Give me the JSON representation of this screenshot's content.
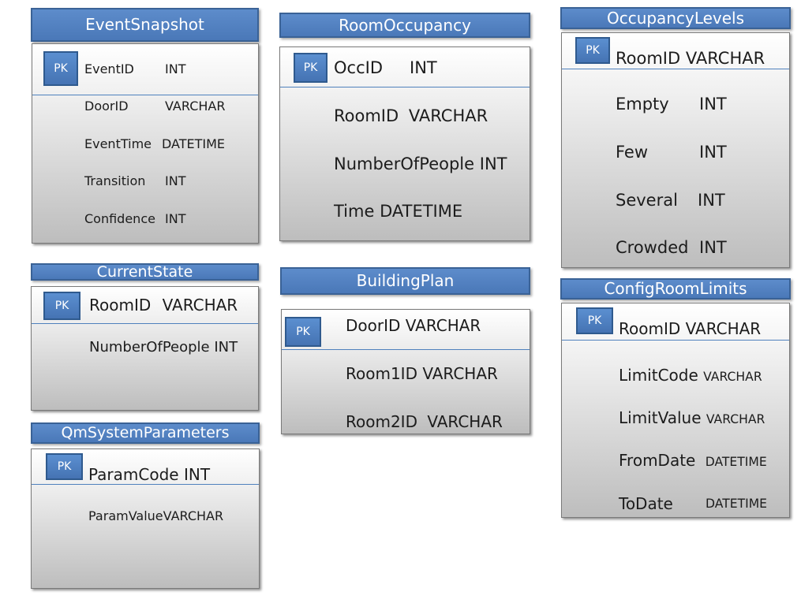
{
  "pk_label": "PK",
  "tables": {
    "event_snapshot": {
      "title": "EventSnapshot",
      "pk": {
        "name": "EventID",
        "type": "INT"
      },
      "fields": [
        {
          "name": "DoorID",
          "type": "VARCHAR"
        },
        {
          "name": "EventTime",
          "type": "DATETIME"
        },
        {
          "name": "Transition",
          "type": "INT"
        },
        {
          "name": "Confidence",
          "type": "INT"
        }
      ]
    },
    "room_occupancy": {
      "title": "RoomOccupancy",
      "pk": {
        "name": "OccID",
        "type": "INT"
      },
      "fields": [
        {
          "name": "RoomID",
          "type": "VARCHAR"
        },
        {
          "name": "NumberOfPeople",
          "type": "INT"
        },
        {
          "name": "Time",
          "type": "DATETIME"
        }
      ]
    },
    "occupancy_levels": {
      "title": "OccupancyLevels",
      "pk": {
        "name": "RoomID",
        "type": "VARCHAR"
      },
      "fields": [
        {
          "name": "Empty",
          "type": "INT"
        },
        {
          "name": "Few",
          "type": "INT"
        },
        {
          "name": "Several",
          "type": "INT"
        },
        {
          "name": "Crowded",
          "type": "INT"
        }
      ]
    },
    "current_state": {
      "title": "CurrentState",
      "pk": {
        "name": "RoomID",
        "type": "VARCHAR"
      },
      "fields": [
        {
          "name": "NumberOfPeople",
          "type": "INT"
        }
      ]
    },
    "building_plan": {
      "title": "BuildingPlan",
      "pk": {
        "name": "DoorID",
        "type": "VARCHAR"
      },
      "fields": [
        {
          "name": "Room1ID",
          "type": "VARCHAR"
        },
        {
          "name": "Room2ID",
          "type": "VARCHAR"
        }
      ]
    },
    "config_room_limits": {
      "title": "ConfigRoomLimits",
      "pk": {
        "name": "RoomID",
        "type": "VARCHAR"
      },
      "fields": [
        {
          "name": "LimitCode",
          "type": "VARCHAR"
        },
        {
          "name": "LimitValue",
          "type": "VARCHAR"
        },
        {
          "name": "FromDate",
          "type": "DATETIME"
        },
        {
          "name": "ToDate",
          "type": "DATETIME"
        }
      ]
    },
    "qm_system_parameters": {
      "title": "QmSystemParameters",
      "pk": {
        "name": "ParamCode",
        "type": "INT"
      },
      "fields": [
        {
          "name": "ParamValue",
          "type": "VARCHAR"
        }
      ]
    }
  }
}
